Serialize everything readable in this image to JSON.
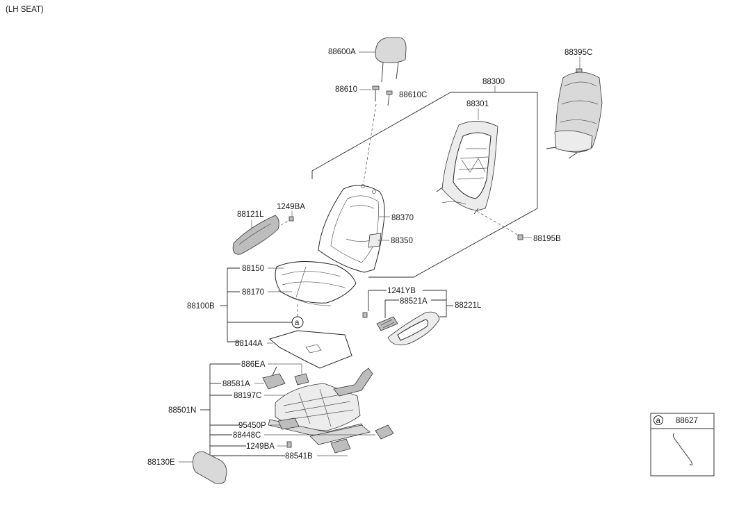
{
  "header": {
    "title": "(LH SEAT)"
  },
  "parts": {
    "p88600A": "88600A",
    "p88610": "88610",
    "p88610C": "88610C",
    "p88300": "88300",
    "p88301": "88301",
    "p88395C": "88395C",
    "p88121L": "88121L",
    "p1249BA_top": "1249BA",
    "p88370": "88370",
    "p88350": "88350",
    "p88195B": "88195B",
    "p88150": "88150",
    "p88170": "88170",
    "p88100B": "88100B",
    "p1241YB": "1241YB",
    "p88521A": "88521A",
    "p88221L": "88221L",
    "p88144A": "88144A",
    "p886EA": "886EA",
    "p88581A": "88581A",
    "p88197C": "88197C",
    "p88501N": "88501N",
    "p95450P": "95450P",
    "p88448C": "88448C",
    "p1249BA_bot": "1249BA",
    "p88541B": "88541B",
    "p88130E": "88130E"
  },
  "callout": {
    "marker": "a"
  },
  "legend": {
    "marker": "a",
    "part": "88627"
  }
}
